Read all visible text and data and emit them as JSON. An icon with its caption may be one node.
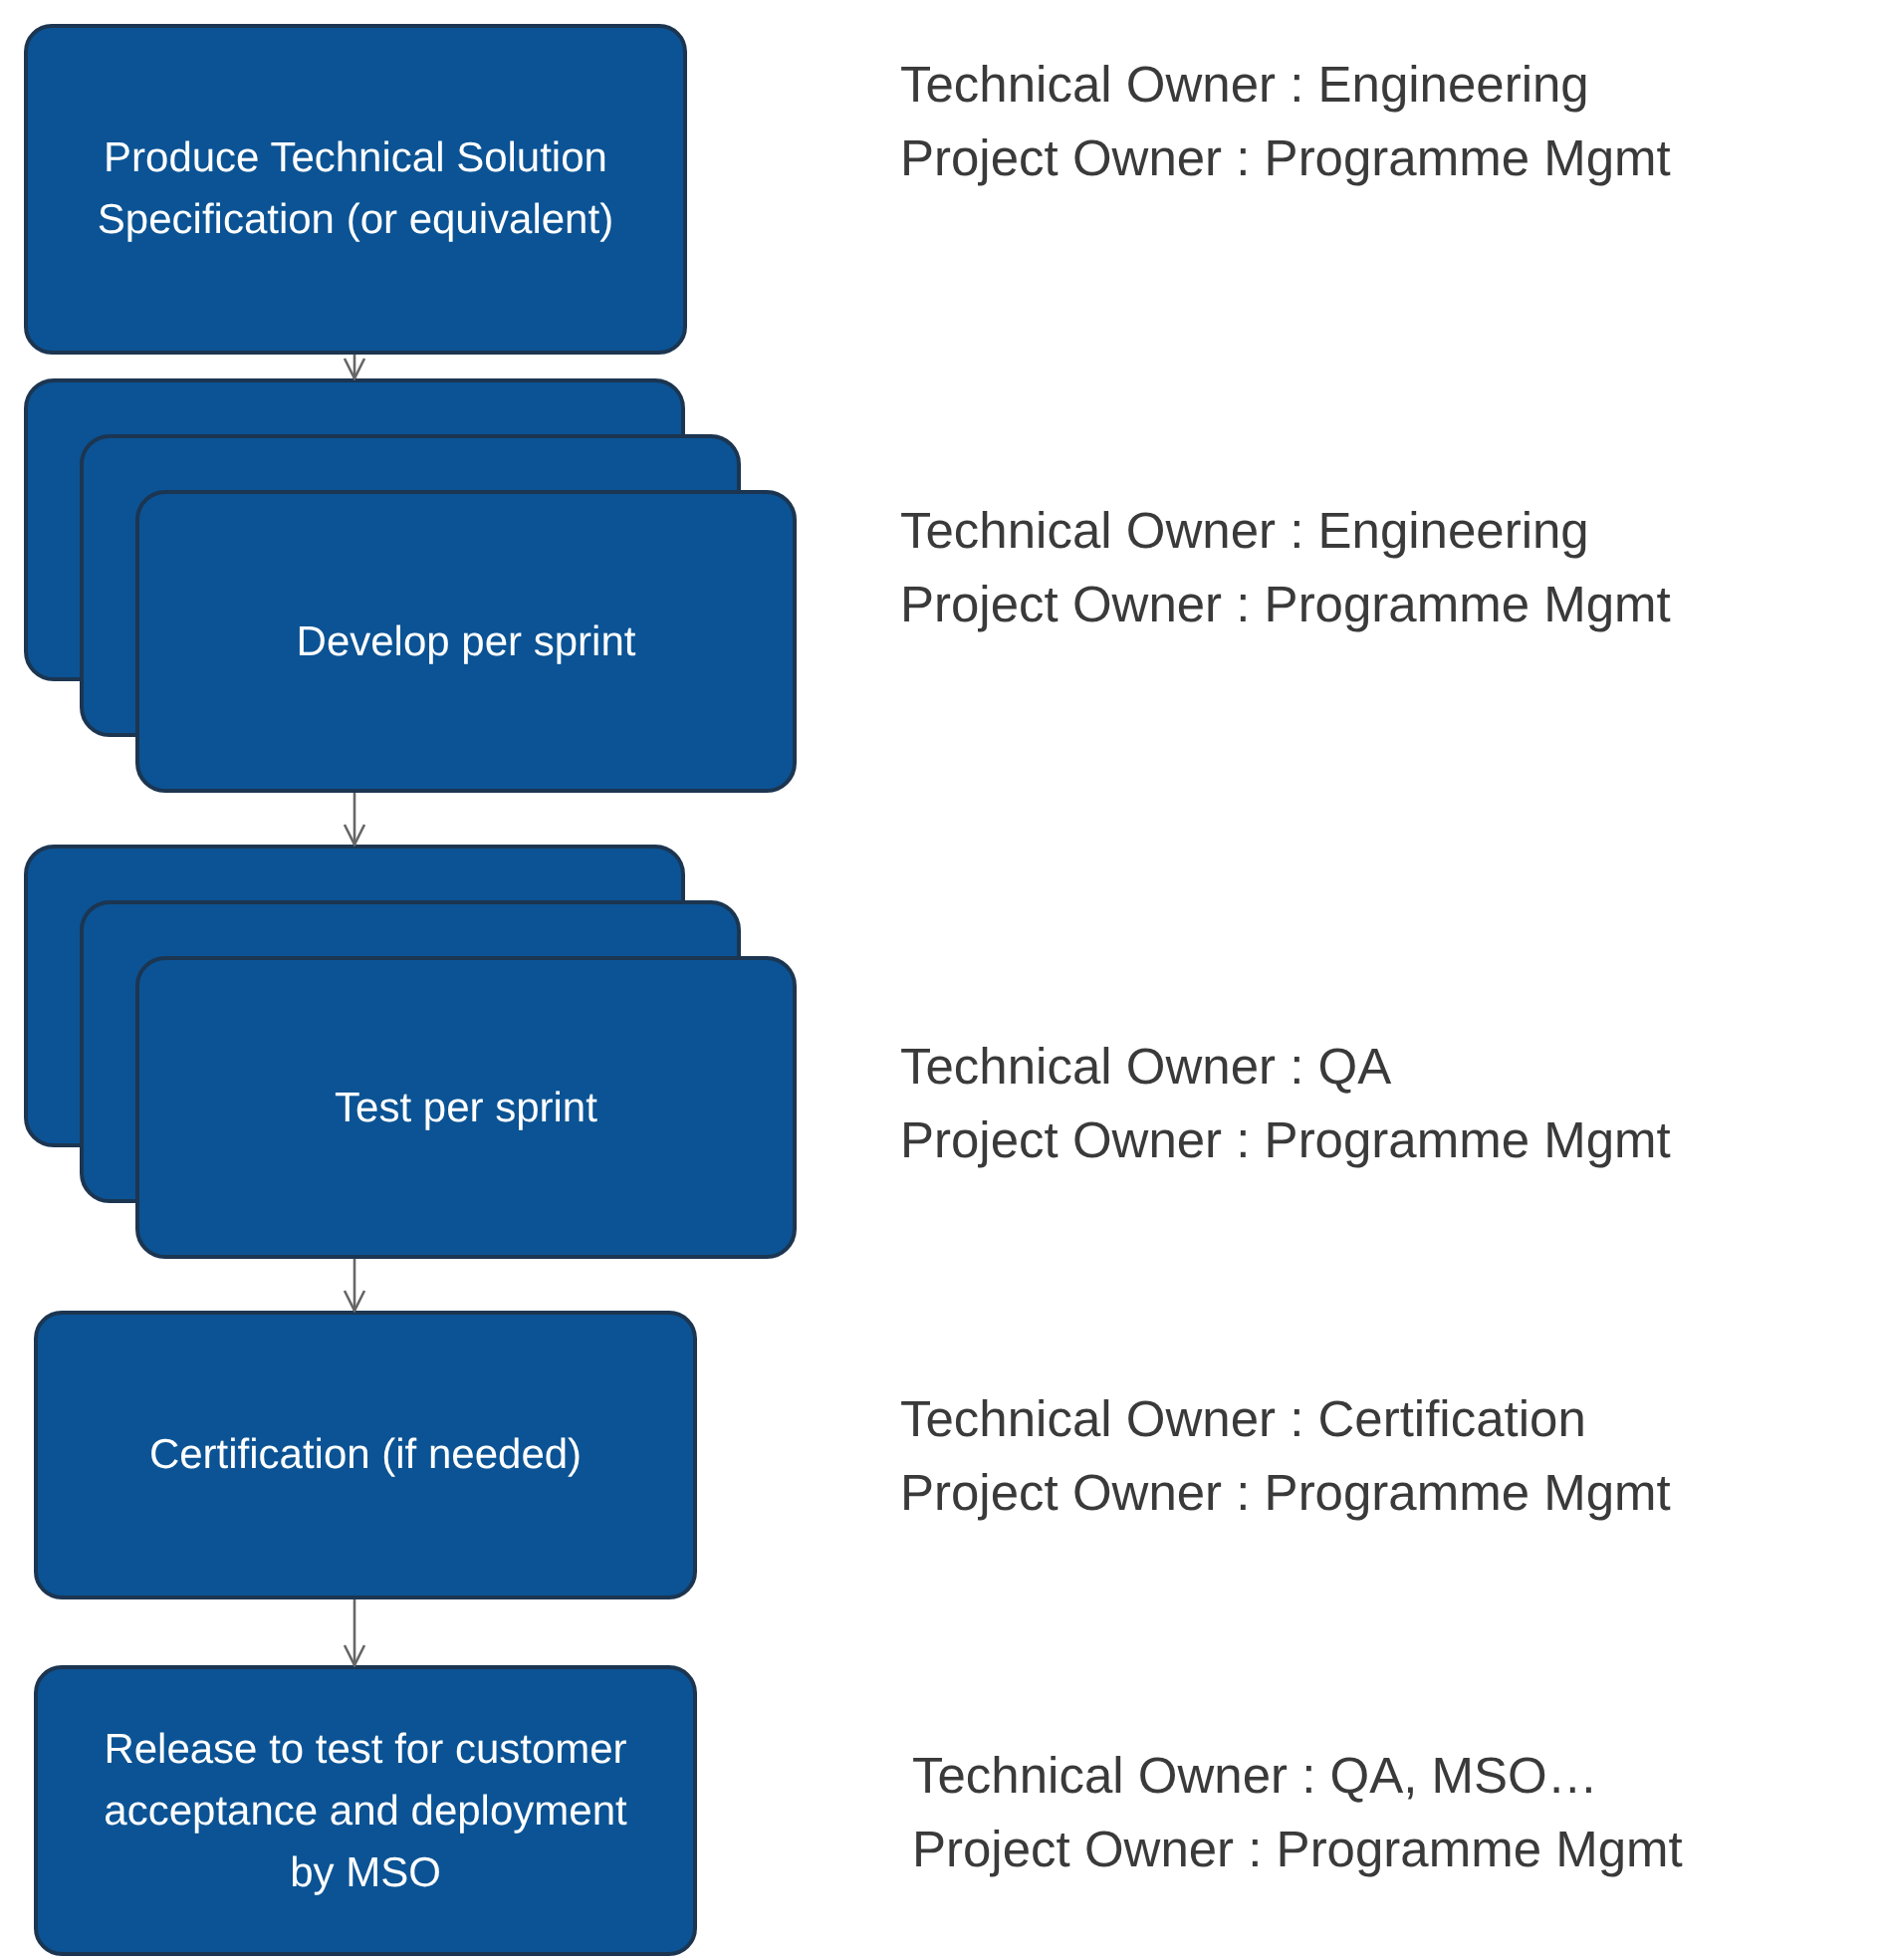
{
  "diagram": {
    "nodes": [
      {
        "text": [
          "Produce Technical Solution Specification (or equivalent)"
        ],
        "beside": [
          "Technical Owner : Engineering",
          "Project Owner : Programme Mgmt"
        ]
      },
      {
        "text": [
          "Develop per sprint"
        ],
        "beside": [
          "Technical Owner : Engineering",
          "Project Owner : Programme Mgmt"
        ]
      },
      {
        "text": [
          "Test per sprint"
        ],
        "beside": [
          "Technical Owner : QA",
          "Project Owner : Programme Mgmt"
        ]
      },
      {
        "text": [
          "Certification (if needed)"
        ],
        "beside": [
          "Technical Owner : Certification",
          "Project Owner : Programme Mgmt"
        ]
      },
      {
        "text": [
          "Release to test for customer acceptance and deployment by MSO"
        ],
        "beside": [
          "Technical Owner : QA, MSO…",
          "Project Owner : Programme Mgmt"
        ]
      }
    ],
    "edges": [
      {
        "from": 0,
        "to": 1,
        "arrow": "to"
      },
      {
        "from": 1,
        "to": 2,
        "arrow": "to"
      },
      {
        "from": 2,
        "to": 3,
        "arrow": "to"
      },
      {
        "from": 3,
        "to": 4,
        "arrow": "to"
      }
    ]
  }
}
